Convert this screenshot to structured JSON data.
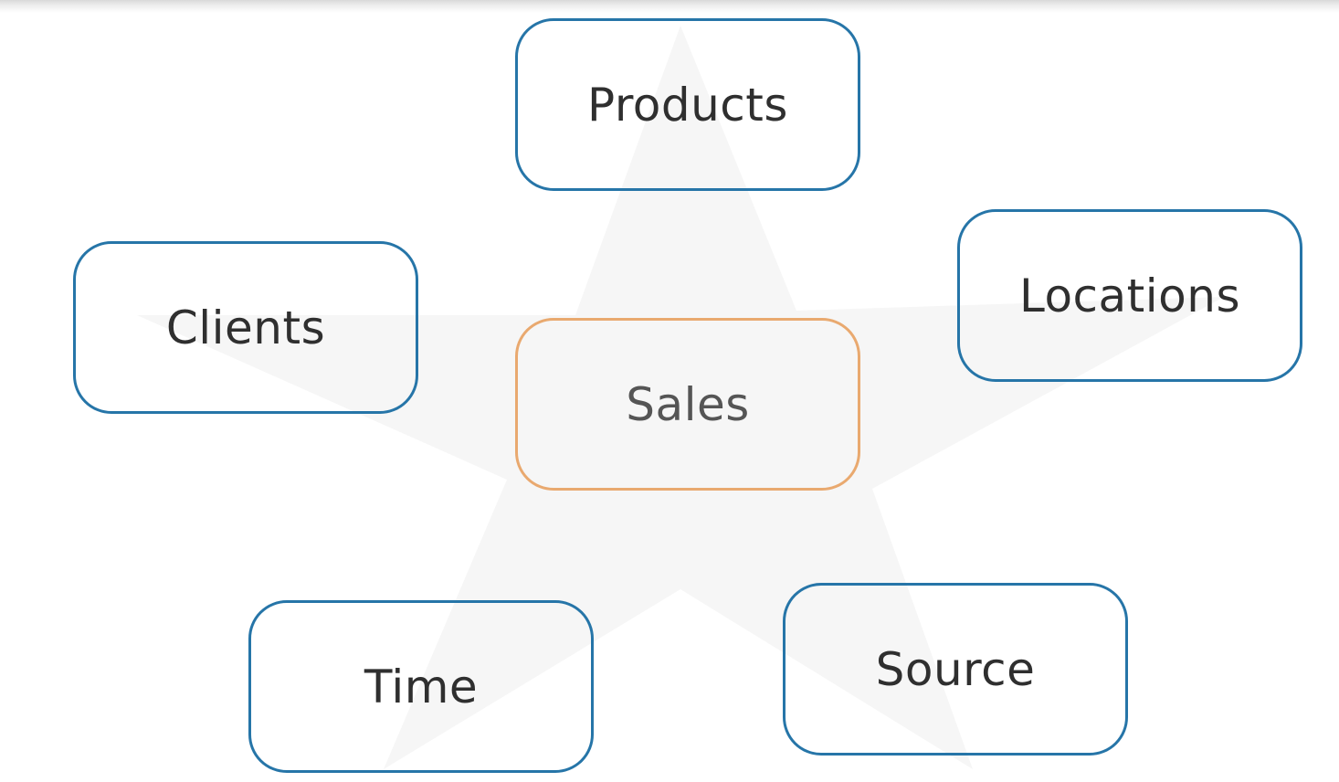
{
  "diagram": {
    "center": {
      "label": "Sales"
    },
    "dimensions": [
      {
        "id": "products",
        "label": "Products"
      },
      {
        "id": "locations",
        "label": "Locations"
      },
      {
        "id": "clients",
        "label": "Clients"
      },
      {
        "id": "time",
        "label": "Time"
      },
      {
        "id": "source",
        "label": "Source"
      }
    ]
  },
  "colors": {
    "dimension_border": "#2675a8",
    "center_border": "#e9a96f",
    "star_fill": "#f6f6f6",
    "label_text": "#2f2f2f"
  }
}
